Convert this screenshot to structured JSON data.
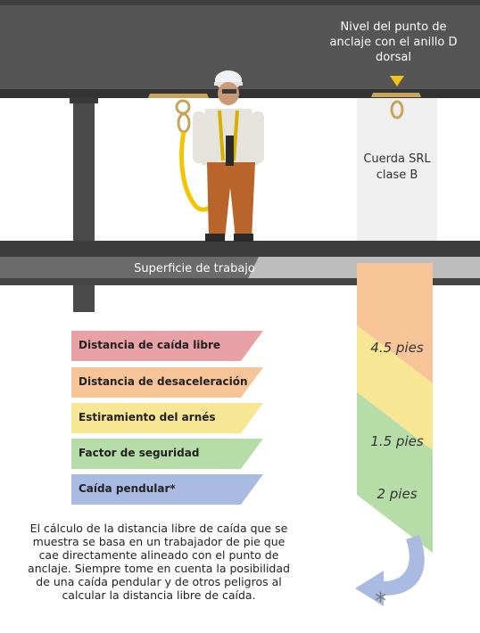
{
  "anchor_label": "Nivel del punto de anclaje con el anillo D dorsal",
  "srl_label": "Cuerda SRL clase B",
  "surface_label": "Superficie de trabajo",
  "distances": {
    "free_fall": "4.5 pies",
    "harness": "1.5 pies",
    "safety": "2 pies"
  },
  "legend": [
    {
      "label": "Distancia de caída libre",
      "color": "#e8a1a4"
    },
    {
      "label": "Distancia de desaceleración",
      "color": "#f6c497"
    },
    {
      "label": "Estiramiento del arnés",
      "color": "#f7e694"
    },
    {
      "label": "Factor de seguridad",
      "color": "#b6dca8"
    },
    {
      "label": "Caída pendular*",
      "color": "#a9bbe0"
    }
  ],
  "asterisk": "*",
  "note": "El cálculo de la distancia libre de caída que se muestra se basa en un trabajador de pie que cae directamente alineado con el punto de anclaje. Siempre tome en cuenta la posibilidad de una caída pendular y de otros peligros al calcular la distancia libre de caída."
}
